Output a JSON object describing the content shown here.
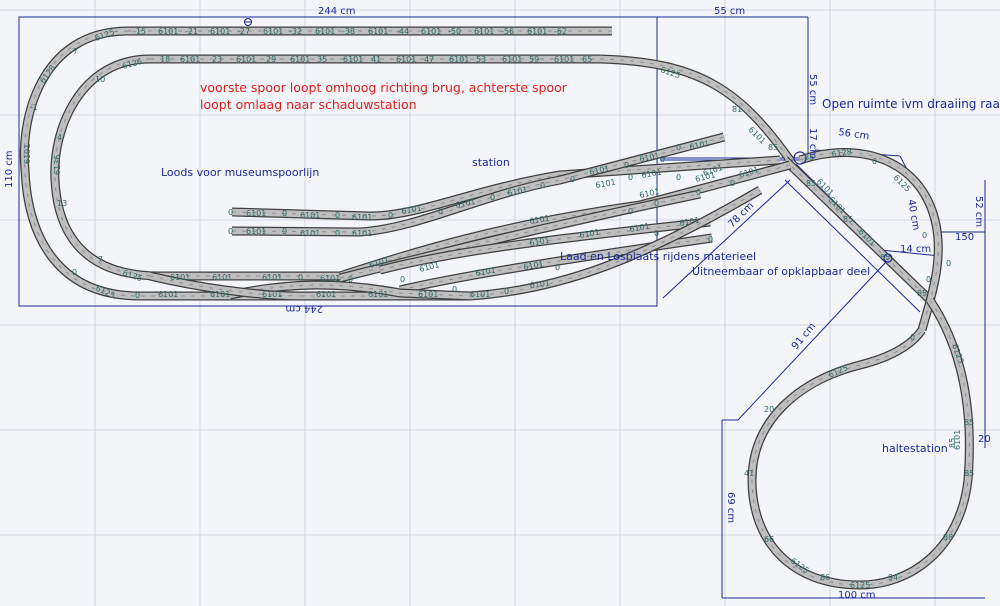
{
  "annotations": {
    "red_note_line1": "voorste spoor loopt omhoog richting brug, achterste spoor",
    "red_note_line2": "loopt omlaag naar schaduwstation",
    "open_space": "Open ruimte ivm draaiing raam",
    "loods": "Loods voor museumspoorlijn",
    "station": "station",
    "laad_los": "Laad en Losplaats rijdens materieel",
    "uitneembaar": "Uitneembaar of opklapbaar deel",
    "haltestation": "haltestation"
  },
  "dimensions": {
    "top_width": "244 cm",
    "bottom_width": "244 cm",
    "left_height": "110 cm",
    "box_55_width": "55 cm",
    "box_55_height": "55 cm",
    "d_17": "17 cm",
    "d_56": "56 cm",
    "d_40": "40 cm",
    "d_52": "52 cm",
    "d_150": "150",
    "d_14": "14 cm",
    "d_78": "78 cm",
    "d_91": "91 cm",
    "d_69": "69 cm",
    "d_100": "100 cm",
    "d_20": "20"
  },
  "track_labels": {
    "top_row": [
      "-15",
      "6101",
      "-21",
      "6101",
      "-27",
      "6101",
      "-32",
      "6101",
      "-38",
      "6101",
      "-44",
      "6101",
      "-50",
      "6101",
      "-56",
      "6101",
      "-62"
    ],
    "second_row": [
      "18",
      "6101",
      "23",
      "6101",
      "29",
      "6101",
      "35",
      "6101",
      "41",
      "6101",
      "47",
      "6101",
      "53",
      "6101",
      "59",
      "6101",
      "65"
    ],
    "left_heights": [
      "-7",
      "-1",
      "4",
      "10",
      "13",
      "7",
      "0",
      "0"
    ],
    "right_heights": [
      "81",
      "85",
      "85",
      "85",
      "85",
      "85",
      "85",
      "0",
      "0",
      "0",
      "0",
      "0",
      "0"
    ],
    "loop_heights": [
      "20",
      "41",
      "66",
      "86",
      "94",
      "88",
      "85",
      "85",
      "85"
    ],
    "curve_codes": [
      "6125",
      "6126",
      "6128",
      "6101",
      "6136",
      "6125",
      "6125",
      "6125",
      "6128",
      "6125",
      "6125",
      "6125",
      "6125",
      "6125"
    ],
    "yard_zeros": [
      "0",
      "0",
      "0",
      "0",
      "0",
      "0",
      "0",
      "0",
      "0",
      "0",
      "0",
      "0",
      "0",
      "0",
      "0",
      "0",
      "0",
      "0",
      "0",
      "0",
      "0",
      "0",
      "0",
      "0",
      "0",
      "0",
      "0"
    ],
    "yard_codes": [
      "6101",
      "6101",
      "6101",
      "6101",
      "6101",
      "6101",
      "6101",
      "6101",
      "6101",
      "6101",
      "6101",
      "6101",
      "6101",
      "6101",
      "6101",
      "6101",
      "6101",
      "6101",
      "6101",
      "6101",
      "6101",
      "6101",
      "6101",
      "6101",
      "6101",
      "6101",
      "6101",
      "6101",
      "6101",
      "6101",
      "6101",
      "6101",
      "6101",
      "6101",
      "6101",
      "6101",
      "6101",
      "6101",
      "6101",
      "6101",
      "6101",
      "6101",
      "6101",
      "6101"
    ]
  },
  "colors": {
    "dimension_blue": "#1c2a9a",
    "note_red": "#e0201c",
    "track_gray": "#bfbfbf",
    "label_teal": "#2f6b67"
  }
}
